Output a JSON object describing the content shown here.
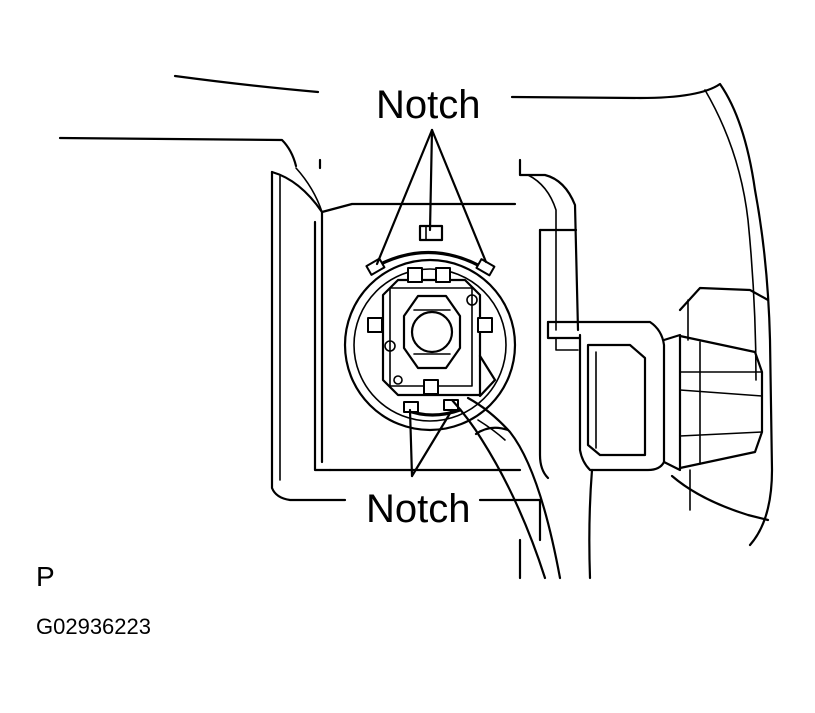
{
  "labels": {
    "notch_top": "Notch",
    "notch_bottom": "Notch",
    "view_letter": "P",
    "figure_code": "G02936223"
  }
}
